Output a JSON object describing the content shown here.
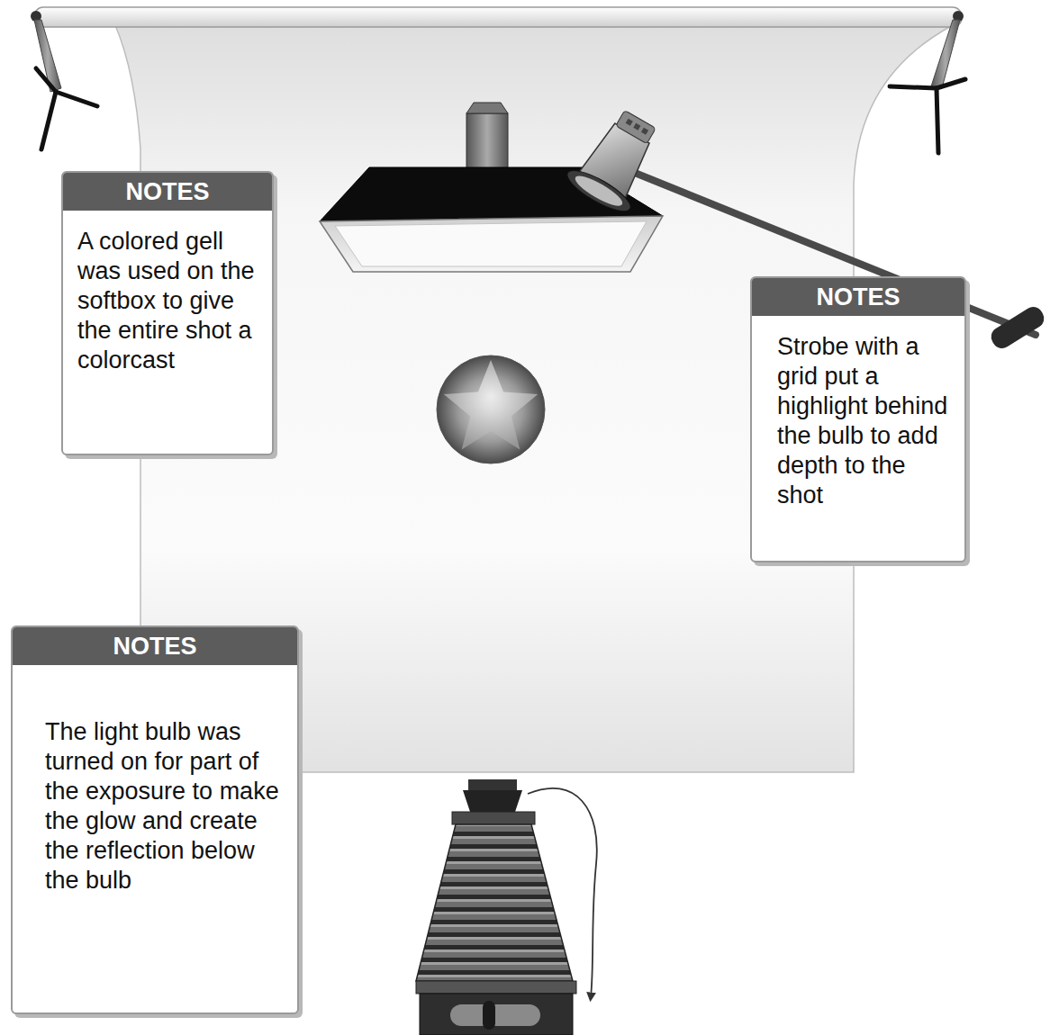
{
  "diagram": {
    "nodes": [
      {
        "text": [
          "NOTES",
          "A colored gell was used on the softbox to give the entire shot a colorcast"
        ]
      },
      {
        "text": [
          "NOTES",
          "Strobe with a grid put a highlight behind the bulb to add depth to the shot"
        ]
      },
      {
        "text": [
          "NOTES",
          "The light bulb was turned on for part of the exposure to make the glow and create the reflection below the bulb"
        ]
      }
    ]
  }
}
